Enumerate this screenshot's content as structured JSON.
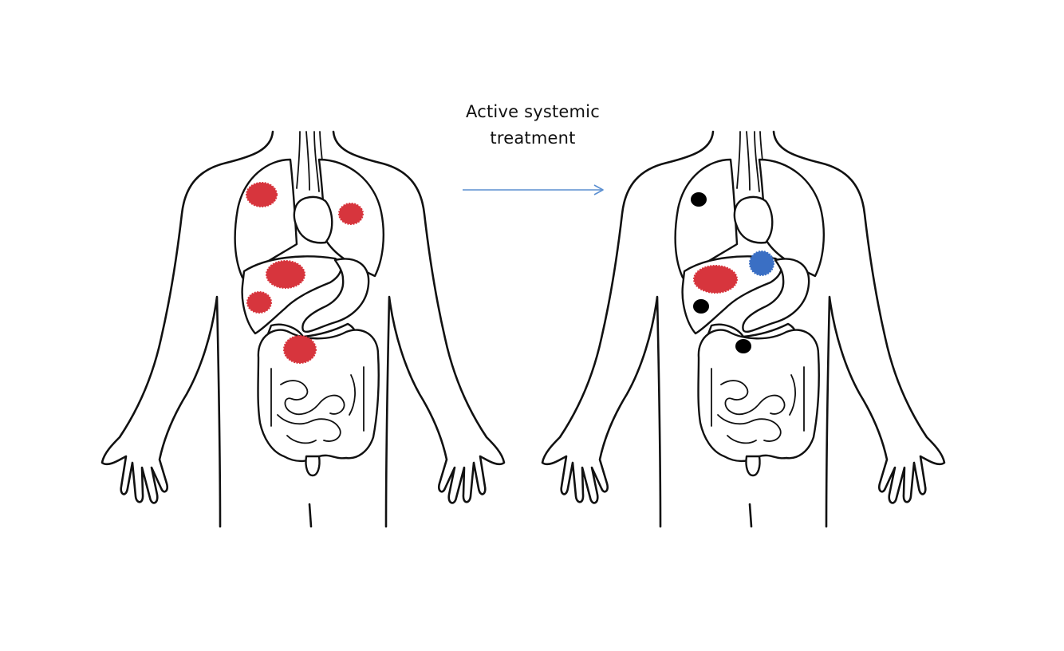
{
  "caption": {
    "line1": "Active systemic",
    "line2": "treatment"
  },
  "colors": {
    "line": "#111111",
    "arrow": "#5b8fd1",
    "active_lesion": "#d7353d",
    "responding_lesion": "#3a6fc4",
    "resolved_lesion": "#000000"
  },
  "figures": [
    {
      "name": "before-treatment",
      "lesions": [
        {
          "site": "right-lung",
          "status": "active"
        },
        {
          "site": "left-lung",
          "status": "active"
        },
        {
          "site": "liver-upper",
          "status": "active"
        },
        {
          "site": "liver-lower",
          "status": "active"
        },
        {
          "site": "pancreas",
          "status": "active"
        }
      ]
    },
    {
      "name": "after-treatment",
      "lesions": [
        {
          "site": "right-lung",
          "status": "resolved"
        },
        {
          "site": "stomach",
          "status": "responding"
        },
        {
          "site": "liver-upper",
          "status": "active"
        },
        {
          "site": "liver-lower",
          "status": "resolved"
        },
        {
          "site": "pancreas",
          "status": "resolved"
        }
      ]
    }
  ]
}
